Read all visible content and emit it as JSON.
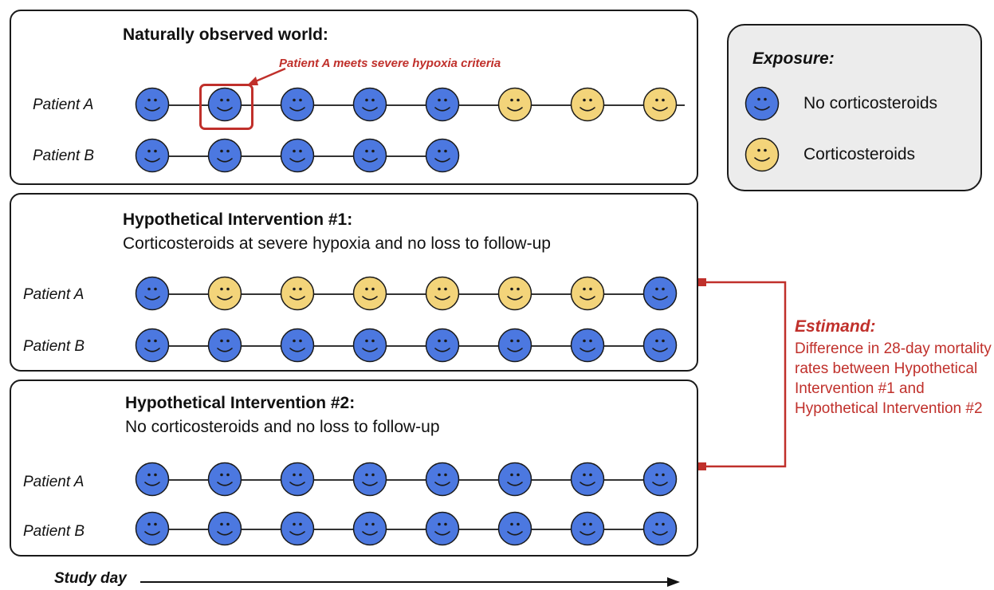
{
  "colors": {
    "no_corticosteroids": "#4c78e0",
    "corticosteroids": "#f3d47a",
    "annotation": "#c0302b",
    "legend_bg": "#ececec"
  },
  "panels": [
    {
      "title": "Naturally observed world:",
      "subtitle": "",
      "annotation": "Patient A meets severe hypoxia criteria",
      "rows": [
        {
          "label": "Patient A",
          "faces": [
            "no_corticosteroids",
            "no_corticosteroids",
            "no_corticosteroids",
            "no_corticosteroids",
            "no_corticosteroids",
            "corticosteroids",
            "corticosteroids",
            "corticosteroids"
          ],
          "highlighted_day": 2
        },
        {
          "label": "Patient B",
          "faces": [
            "no_corticosteroids",
            "no_corticosteroids",
            "no_corticosteroids",
            "no_corticosteroids",
            "no_corticosteroids"
          ]
        }
      ]
    },
    {
      "title": "Hypothetical Intervention #1:",
      "subtitle": "Corticosteroids at severe hypoxia and no loss to follow-up",
      "rows": [
        {
          "label": "Patient A",
          "faces": [
            "no_corticosteroids",
            "corticosteroids",
            "corticosteroids",
            "corticosteroids",
            "corticosteroids",
            "corticosteroids",
            "corticosteroids",
            "no_corticosteroids"
          ]
        },
        {
          "label": "Patient B",
          "faces": [
            "no_corticosteroids",
            "no_corticosteroids",
            "no_corticosteroids",
            "no_corticosteroids",
            "no_corticosteroids",
            "no_corticosteroids",
            "no_corticosteroids",
            "no_corticosteroids"
          ]
        }
      ]
    },
    {
      "title": "Hypothetical Intervention #2:",
      "subtitle": "No corticosteroids and no loss to follow-up",
      "rows": [
        {
          "label": "Patient A",
          "faces": [
            "no_corticosteroids",
            "no_corticosteroids",
            "no_corticosteroids",
            "no_corticosteroids",
            "no_corticosteroids",
            "no_corticosteroids",
            "no_corticosteroids",
            "no_corticosteroids"
          ]
        },
        {
          "label": "Patient B",
          "faces": [
            "no_corticosteroids",
            "no_corticosteroids",
            "no_corticosteroids",
            "no_corticosteroids",
            "no_corticosteroids",
            "no_corticosteroids",
            "no_corticosteroids",
            "no_corticosteroids"
          ]
        }
      ]
    }
  ],
  "legend": {
    "title": "Exposure:",
    "items": [
      {
        "label": "No corticosteroids",
        "type": "no_corticosteroids",
        "icon": "smiley-face-icon"
      },
      {
        "label": "Corticosteroids",
        "type": "corticosteroids",
        "icon": "smiley-face-icon"
      }
    ]
  },
  "estimand": {
    "title": "Estimand:",
    "text": "Difference in 28-day mortality rates between Hypothetical Intervention #1 and Hypothetical Intervention #2"
  },
  "axis": {
    "label": "Study day"
  }
}
